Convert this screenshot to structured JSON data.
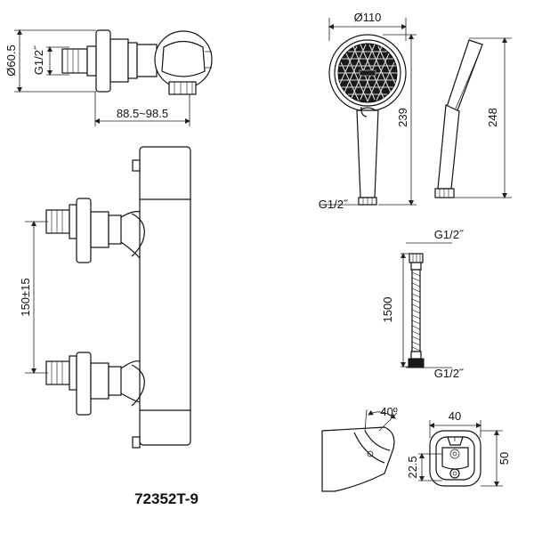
{
  "model": {
    "code": "72352T-9"
  },
  "colors": {
    "line": "#111111",
    "background": "#ffffff"
  },
  "mixer_top_view": {
    "diameter_label": "Ø60.5",
    "thread_label": "G1/2˝",
    "length_label": "88.5~98.5"
  },
  "mixer_front_view": {
    "spacing_label": "150±15"
  },
  "hand_shower": {
    "diameter_label": "Ø110",
    "height_label": "239",
    "side_height_label": "248",
    "thread_label": "G1/2˝"
  },
  "hose": {
    "length_label": "1500",
    "thread_top_label": "G1/2˝",
    "thread_bottom_label": "G1/2˝"
  },
  "holder": {
    "angle_label": "40º",
    "depth_label": "22.5",
    "width_label": "40",
    "height_label": "50"
  }
}
